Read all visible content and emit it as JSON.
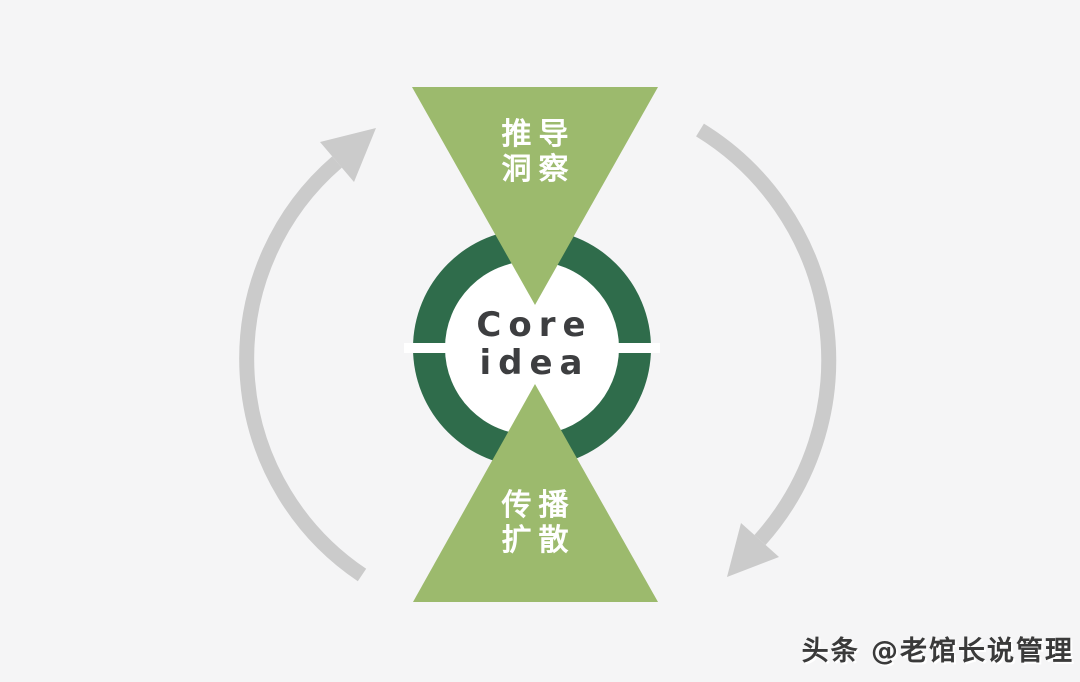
{
  "colors": {
    "background": "#f5f5f6",
    "light_green": "#9cba6d",
    "dark_green": "#2f6c4b",
    "arrow_gray": "#cbcbcb",
    "core_text": "#3d3e40",
    "watermark_text": "#3a3a3a"
  },
  "diagram": {
    "top_triangle": {
      "line1": "推导",
      "line2": "洞察"
    },
    "core": {
      "line1": "Core",
      "line2": "idea"
    },
    "bottom_triangle": {
      "line1": "传播",
      "line2": "扩散"
    },
    "watermark": "头条 @老馆长说管理"
  }
}
